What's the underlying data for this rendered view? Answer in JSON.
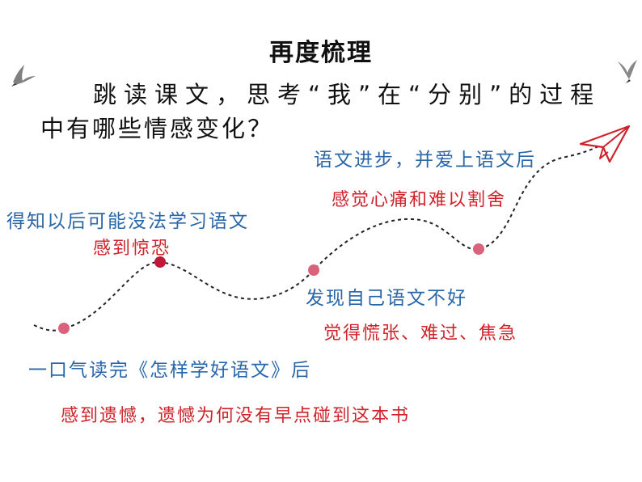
{
  "title": "再度梳理",
  "question": {
    "line1": "跳读课文，思考“我”在“分别”的过程",
    "line2": "中有哪些情感变化？"
  },
  "stages": [
    {
      "event": "一口气读完《怎样学好语文》后",
      "feeling": "感到遗憾，遗憾为何没有早点碰到这本书"
    },
    {
      "event": "得知以后可能没法学习语文",
      "feeling": "感到惊恐"
    },
    {
      "event": "发现自己语文不好",
      "feeling": "觉得慌张、难过、焦急"
    },
    {
      "event": "语文进步，并爱上语文后",
      "feeling": "感觉心痛和难以割舍"
    }
  ],
  "colors": {
    "event_text": "#2a67a8",
    "feeling_text": "#d0222a",
    "point": "#d9637a",
    "point_active": "#c0183a",
    "plane": "#d0222a"
  },
  "icons": [
    "swallow-icon",
    "paper-plane-icon"
  ]
}
